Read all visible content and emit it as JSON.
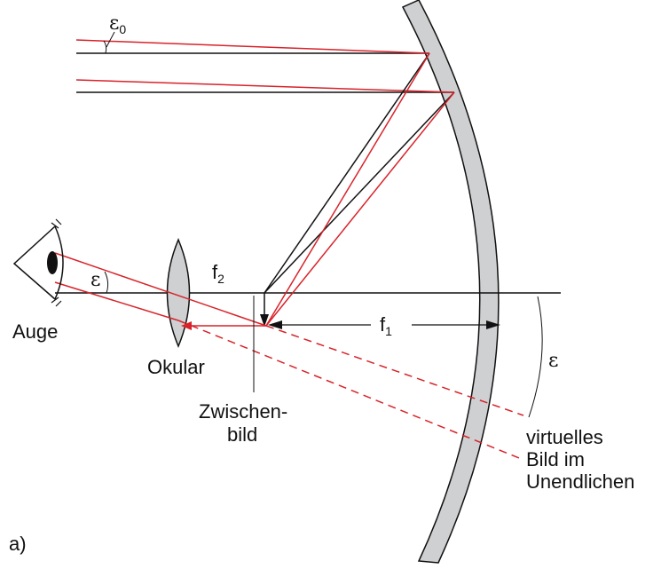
{
  "colors": {
    "ray_red": "#d8232a",
    "line_black": "#111111",
    "mirror_fill": "#cfd0d2",
    "lens_fill": "#cfd0d2"
  },
  "labels": {
    "epsilon0": "ε",
    "epsilon0_sub": "0",
    "epsilon_eye": "ε",
    "f2": "f",
    "f2_sub": "2",
    "f1": "f",
    "f1_sub": "1",
    "epsilon_right": "ε",
    "eye": "Auge",
    "eyepiece": "Okular",
    "intermediate_1": "Zwischen-",
    "intermediate_2": "bild",
    "virtual_1": "virtuelles",
    "virtual_2": "Bild im",
    "virtual_3": "Unendlichen",
    "panel": "a)"
  }
}
